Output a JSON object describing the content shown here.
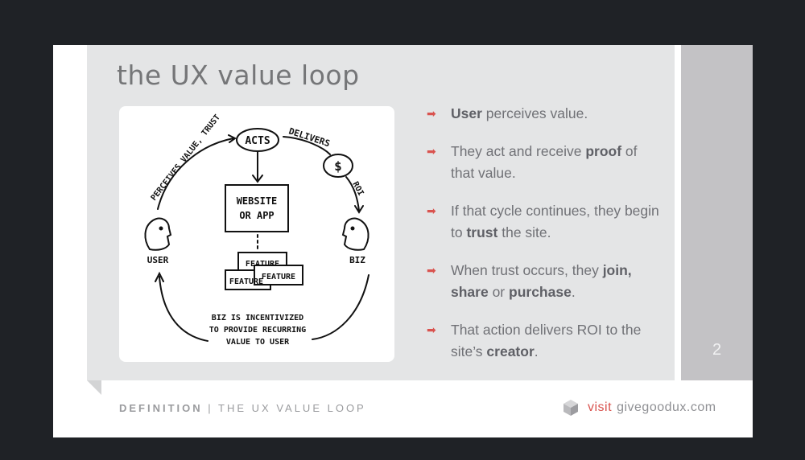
{
  "slide": {
    "title": "the UX value loop",
    "number": "2"
  },
  "bullets": [
    {
      "parts": [
        {
          "t": "User",
          "b": true
        },
        {
          "t": " perceives value.",
          "b": false
        }
      ]
    },
    {
      "parts": [
        {
          "t": "They act and receive ",
          "b": false
        },
        {
          "t": "proof",
          "b": true
        },
        {
          "t": " of that value.",
          "b": false
        }
      ]
    },
    {
      "parts": [
        {
          "t": "If that cycle continues, they begin to ",
          "b": false
        },
        {
          "t": "trust",
          "b": true
        },
        {
          "t": " the site.",
          "b": false
        }
      ]
    },
    {
      "parts": [
        {
          "t": "When trust occurs, they ",
          "b": false
        },
        {
          "t": "join, share",
          "b": true
        },
        {
          "t": " or ",
          "b": false
        },
        {
          "t": "purchase",
          "b": true
        },
        {
          "t": ".",
          "b": false
        }
      ]
    },
    {
      "parts": [
        {
          "t": "That action delivers ROI to the site’s ",
          "b": false
        },
        {
          "t": "creator",
          "b": true
        },
        {
          "t": ".",
          "b": false
        }
      ]
    }
  ],
  "sketch": {
    "acts": "ACTS",
    "perceives": "PERCEIVES VALUE, TRUST",
    "delivers": "DELIVERS",
    "dollar": "$",
    "roi": "ROI",
    "website_line1": "WEBSITE",
    "website_line2": "OR APP",
    "feature1": "FEATURE",
    "feature2": "FEATURE",
    "feature3": "FEATURE",
    "user": "USER",
    "biz": "BIZ",
    "note_line1": "BIZ IS INCENTIVIZED",
    "note_line2": "TO PROVIDE RECURRING",
    "note_line3": "VALUE TO USER"
  },
  "footer": {
    "section": "DEFINITION",
    "divider": " | ",
    "topic": "THE UX VALUE LOOP",
    "visit": "visit",
    "site": "givegoodux.com"
  },
  "colors": {
    "accent": "#d9534f",
    "panel": "#e4e5e6",
    "right_bar": "#c3c2c5",
    "background": "#1f2226"
  }
}
